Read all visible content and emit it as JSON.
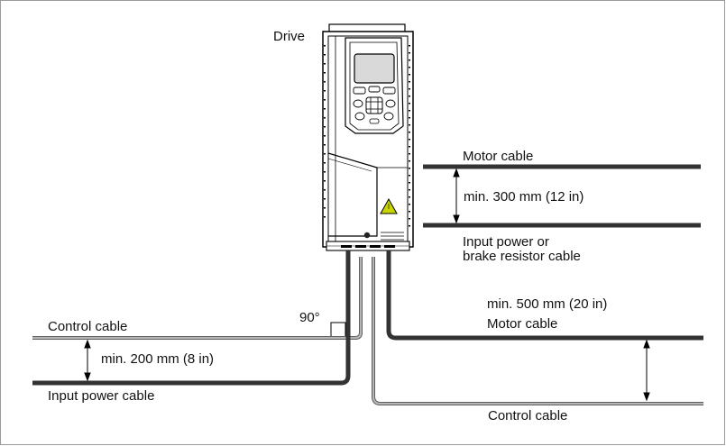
{
  "labels": {
    "drive": "Drive",
    "motor_cable_top": "Motor cable",
    "min_300": "min. 300 mm (12 in)",
    "input_power_or_line1": "Input power or",
    "input_power_or_line2": "brake resistor cable",
    "min_500": "min. 500 mm (20 in)",
    "motor_cable_right": "Motor cable",
    "angle_90": "90°",
    "control_cable_left": "Control cable",
    "min_200": "min. 200 mm (8 in)",
    "input_power_cable": "Input power cable",
    "control_cable_bottom": "Control cable"
  },
  "colors": {
    "power_cable": "#333333",
    "control_cable": "#a8a8a8",
    "line": "#000000",
    "warning_triangle": "#c8d400"
  }
}
